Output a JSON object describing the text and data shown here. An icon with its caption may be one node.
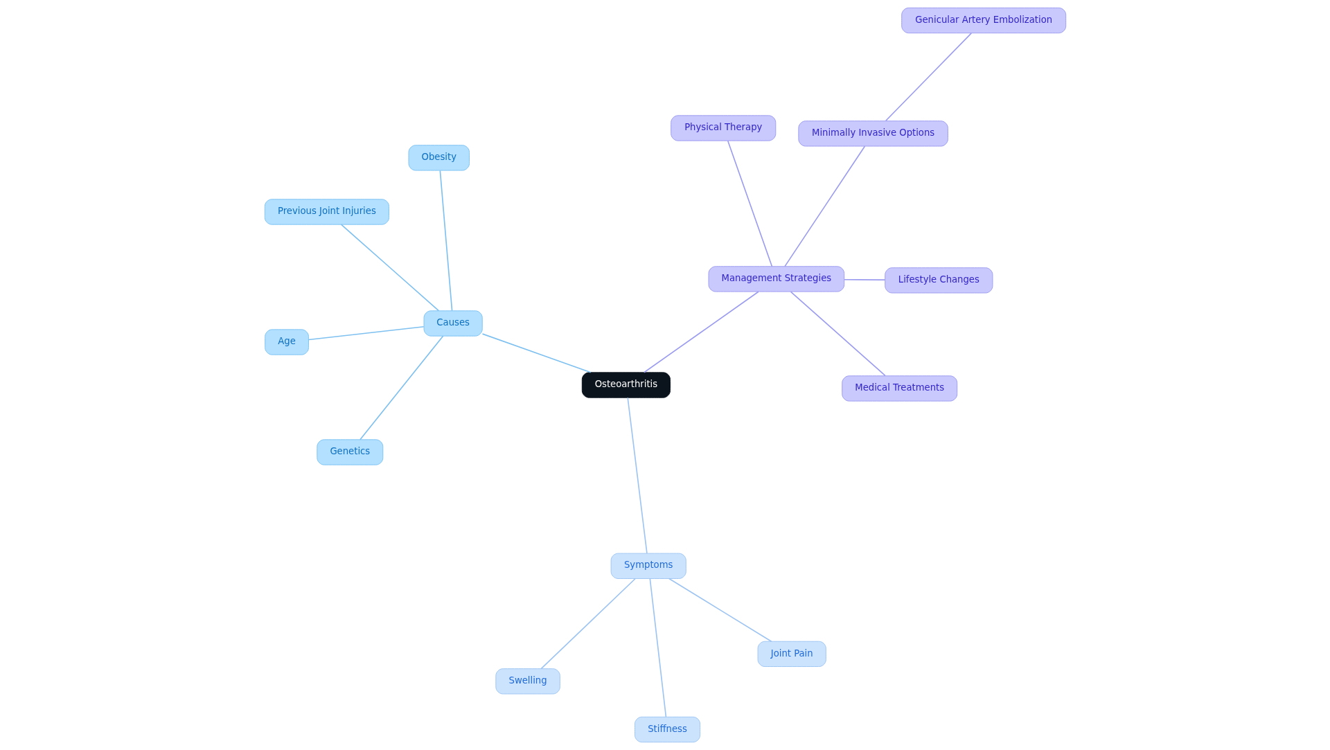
{
  "diagram": {
    "nodes": [
      {
        "text": [
          "Osteoarthritis"
        ]
      },
      {
        "text": [
          "Causes"
        ]
      },
      {
        "text": [
          "Genetics"
        ]
      },
      {
        "text": [
          "Previous Joint Injuries"
        ]
      },
      {
        "text": [
          "Obesity"
        ]
      },
      {
        "text": [
          "Age"
        ]
      },
      {
        "text": [
          "Symptoms"
        ]
      },
      {
        "text": [
          "Joint Pain"
        ]
      },
      {
        "text": [
          "Swelling"
        ]
      },
      {
        "text": [
          "Stiffness"
        ]
      },
      {
        "text": [
          "Management Strategies"
        ]
      },
      {
        "text": [
          "Physical Therapy"
        ]
      },
      {
        "text": [
          "Medical Treatments"
        ]
      },
      {
        "text": [
          "Lifestyle Changes"
        ]
      },
      {
        "text": [
          "Minimally Invasive Options"
        ]
      },
      {
        "text": [
          "Genicular Artery Embolization"
        ]
      }
    ],
    "edges": [
      {
        "from": 0,
        "to": 1,
        "arrow": "none",
        "color": "#7ec0f0"
      },
      {
        "from": 1,
        "to": 2,
        "arrow": "none",
        "color": "#7ec0f0"
      },
      {
        "from": 1,
        "to": 3,
        "arrow": "none",
        "color": "#7ec0f0"
      },
      {
        "from": 1,
        "to": 4,
        "arrow": "none",
        "color": "#7ec0f0"
      },
      {
        "from": 1,
        "to": 5,
        "arrow": "none",
        "color": "#7ec0f0"
      },
      {
        "from": 0,
        "to": 6,
        "arrow": "none",
        "color": "#9ec4f2"
      },
      {
        "from": 6,
        "to": 7,
        "arrow": "none",
        "color": "#9ec4f2"
      },
      {
        "from": 6,
        "to": 8,
        "arrow": "none",
        "color": "#9ec4f2"
      },
      {
        "from": 6,
        "to": 9,
        "arrow": "none",
        "color": "#9ec4f2"
      },
      {
        "from": 0,
        "to": 10,
        "arrow": "none",
        "color": "#9c9cf0"
      },
      {
        "from": 10,
        "to": 11,
        "arrow": "none",
        "color": "#9c9cf0"
      },
      {
        "from": 10,
        "to": 12,
        "arrow": "none",
        "color": "#9c9cf0"
      },
      {
        "from": 10,
        "to": 13,
        "arrow": "none",
        "color": "#9c9cf0"
      },
      {
        "from": 10,
        "to": 14,
        "arrow": "none",
        "color": "#9c9cf0"
      },
      {
        "from": 14,
        "to": 15,
        "arrow": "none",
        "color": "#9c9cf0"
      }
    ]
  }
}
